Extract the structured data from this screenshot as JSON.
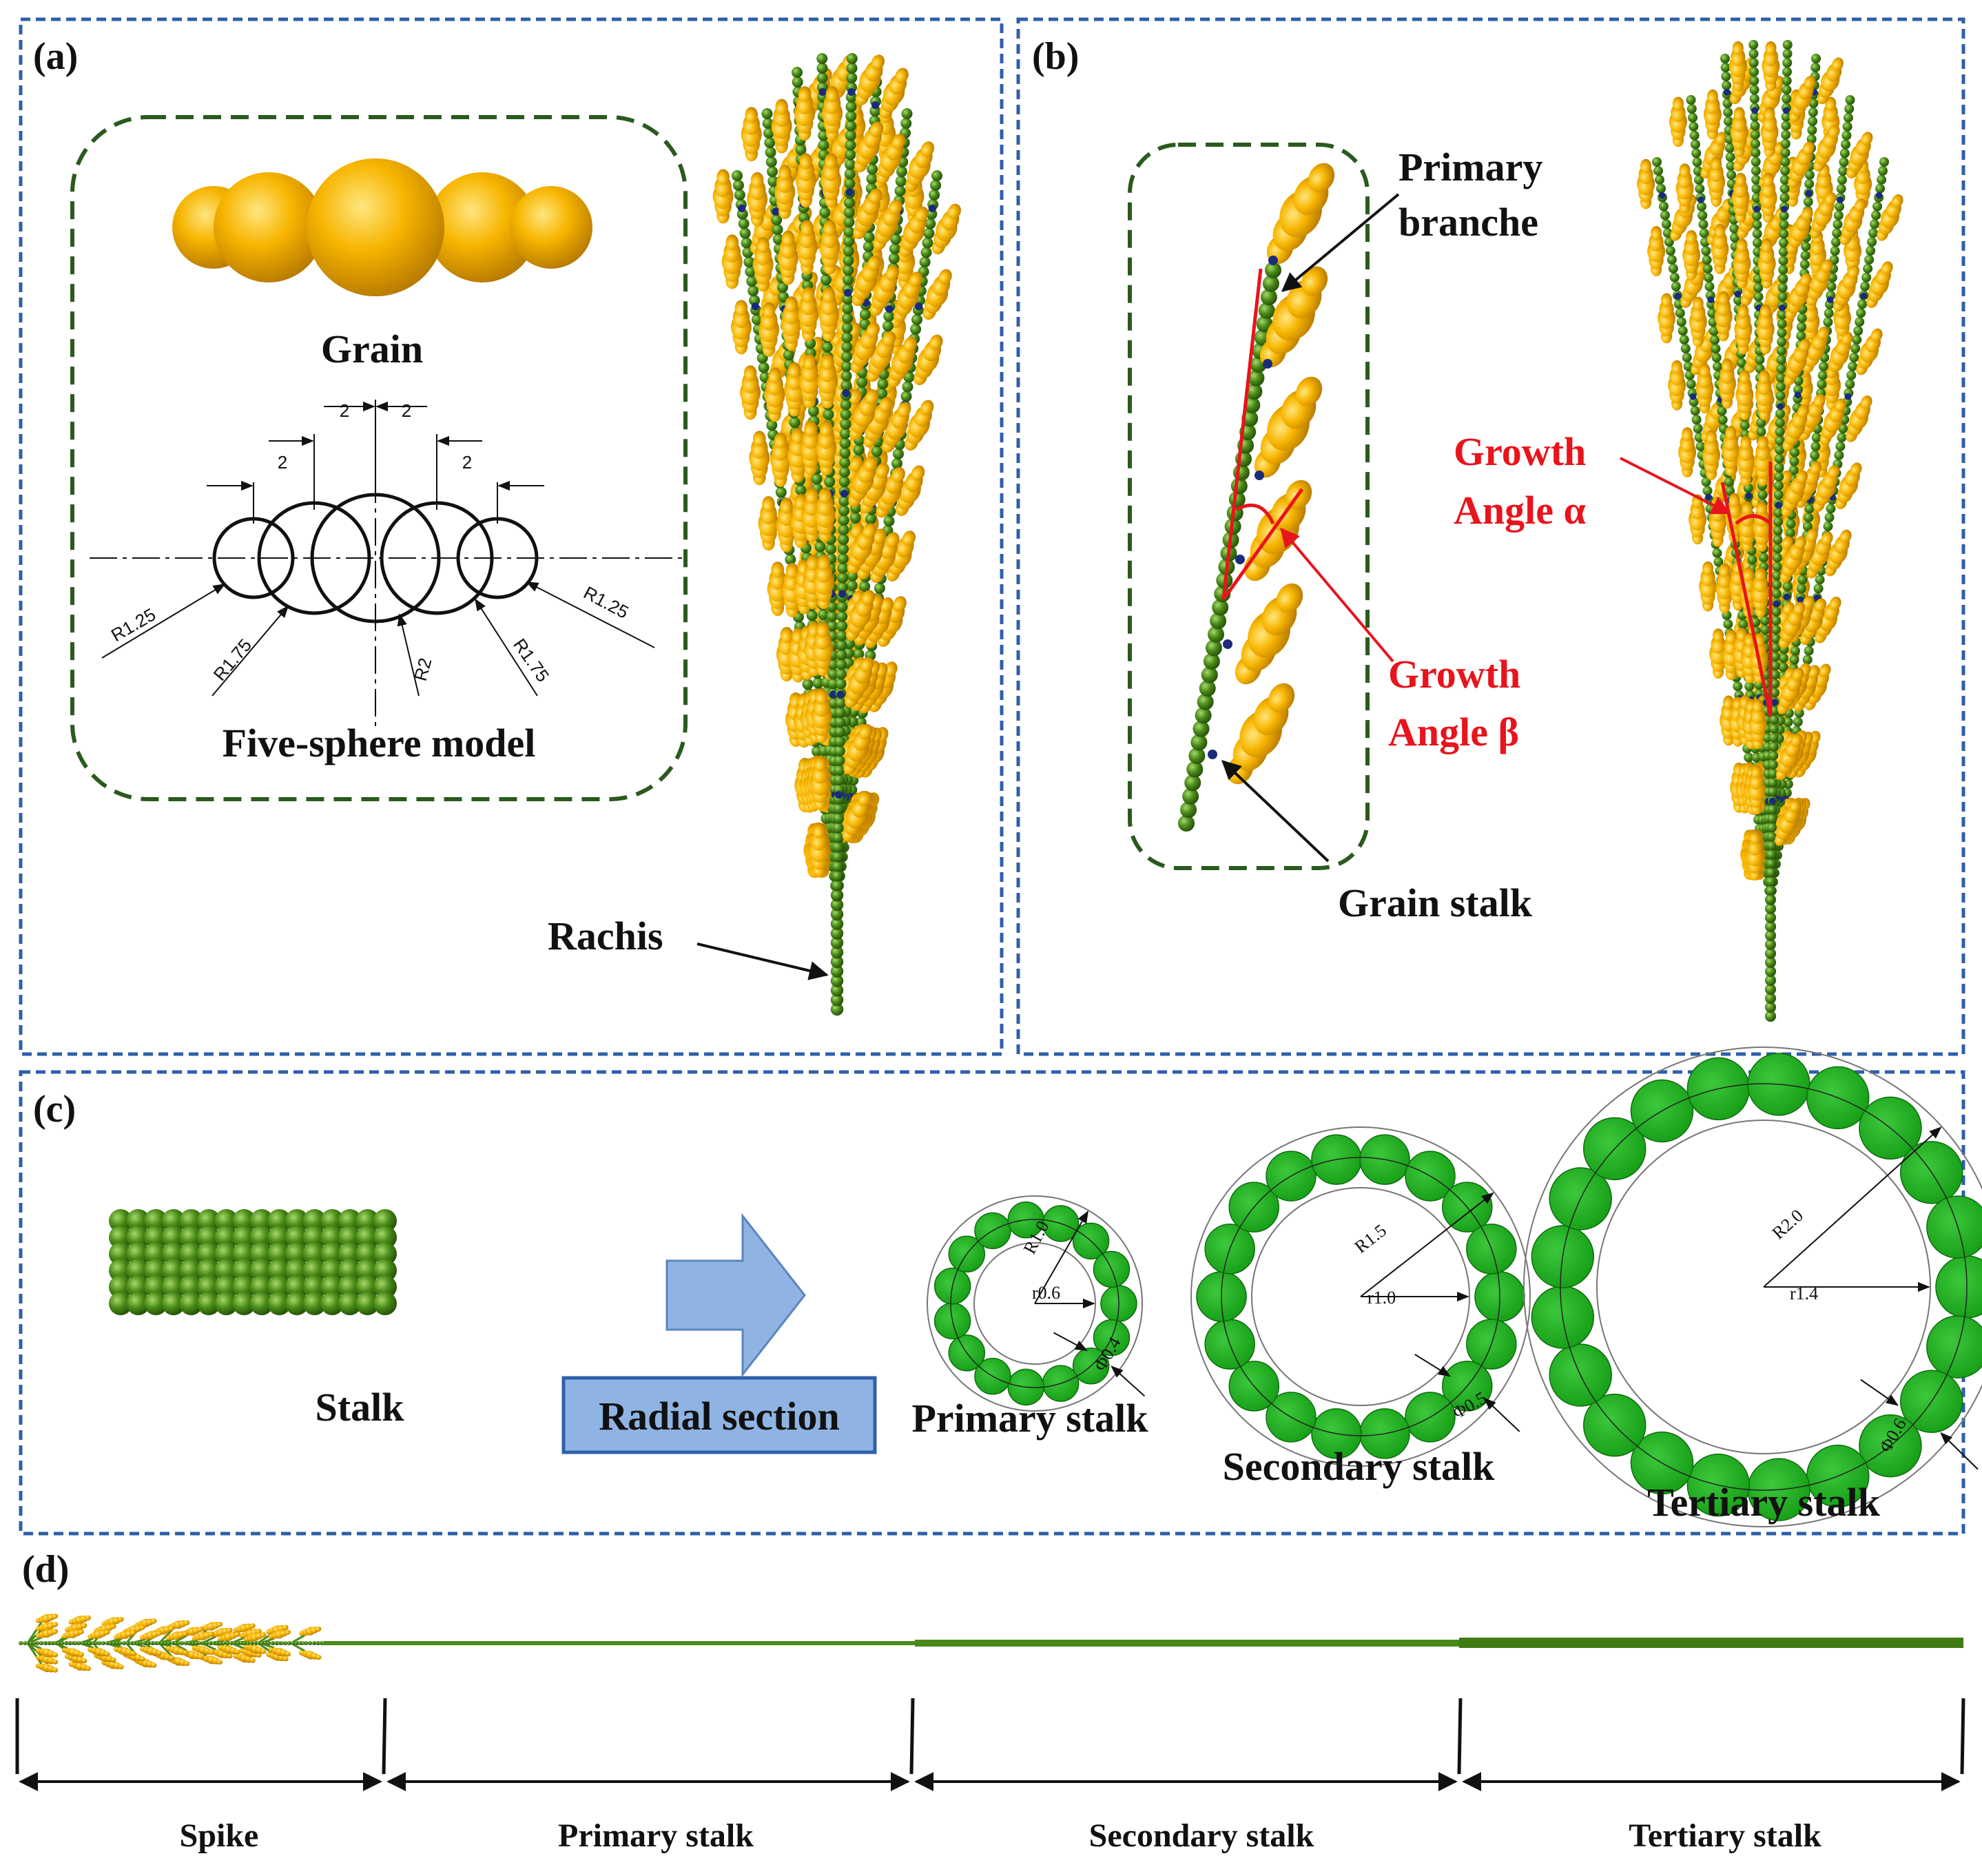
{
  "panels": {
    "a": {
      "label": "(a)",
      "grain_title": "Grain",
      "model_title": "Five-sphere model",
      "spacing_labels": [
        "2",
        "2",
        "2",
        "2"
      ],
      "radius_labels": [
        "R1.25",
        "R1.75",
        "R2",
        "R1.75",
        "R1.25"
      ],
      "rachis_label": "Rachis"
    },
    "b": {
      "label": "(b)",
      "primary_branch_label": [
        "Primary",
        "branche"
      ],
      "grain_stalk_label": "Grain stalk",
      "angle_beta_label": [
        "Growth",
        "Angle β"
      ],
      "angle_alpha_label": [
        "Growth",
        "Angle α"
      ]
    },
    "c": {
      "label": "(c)",
      "stalk_label": "Stalk",
      "radial_button_label": "Radial section",
      "sections": [
        {
          "name": "Primary stalk",
          "outer": "R1.0",
          "inner": "r0.6",
          "sphere": "Φ0.4"
        },
        {
          "name": "Secondary stalk",
          "outer": "R1.5",
          "inner": "r1.0",
          "sphere": "Φ0.5"
        },
        {
          "name": "Tertiary stalk",
          "outer": "R2.0",
          "inner": "r1.4",
          "sphere": "Φ0.6"
        }
      ]
    },
    "d": {
      "label": "(d)",
      "segments": [
        "Spike",
        "Primary stalk",
        "Secondary stalk",
        "Tertiary stalk"
      ]
    }
  },
  "colors": {
    "panel_border": "#2f5fa8",
    "inset_border": "#2a5a1e",
    "grain": "#f7b500",
    "stalk_green": "#4a8a18",
    "ring_green": "#1ea81e",
    "node_blue": "#1b2a7a",
    "angle_red": "#e8141c",
    "arrow_fill": "#8fb4e3",
    "button_fill": "#8fb4e3"
  }
}
